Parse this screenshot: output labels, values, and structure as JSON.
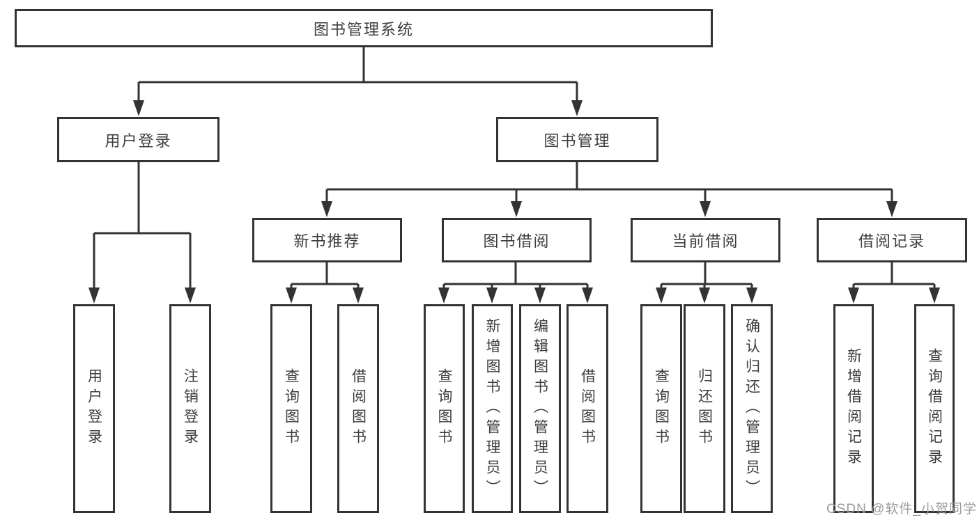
{
  "colors": {
    "line": "#333333",
    "box_border": "#333333",
    "box_background": "#ffffff",
    "text": "#3d3d3d",
    "page_background": "#ffffff",
    "watermark": "#9c9c9c"
  },
  "diagram": {
    "root": {
      "label": "图书管理系统"
    },
    "level2": [
      {
        "label": "用户登录"
      },
      {
        "label": "图书管理"
      }
    ],
    "level3": [
      {
        "label": "新书推荐"
      },
      {
        "label": "图书借阅"
      },
      {
        "label": "当前借阅"
      },
      {
        "label": "借阅记录"
      }
    ],
    "leaves": [
      {
        "label": "用户登录"
      },
      {
        "label": "注销登录"
      },
      {
        "label": "查询图书"
      },
      {
        "label": "借阅图书"
      },
      {
        "label": "查询图书"
      },
      {
        "label": "新增图书（管理员）"
      },
      {
        "label": "编辑图书（管理员）"
      },
      {
        "label": "借阅图书"
      },
      {
        "label": "查询图书"
      },
      {
        "label": "归还图书"
      },
      {
        "label": "确认归还（管理员）"
      },
      {
        "label": "新增借阅记录"
      },
      {
        "label": "查询借阅记录"
      }
    ]
  },
  "watermark": {
    "text": "CSDN @软件_小贺同学"
  }
}
